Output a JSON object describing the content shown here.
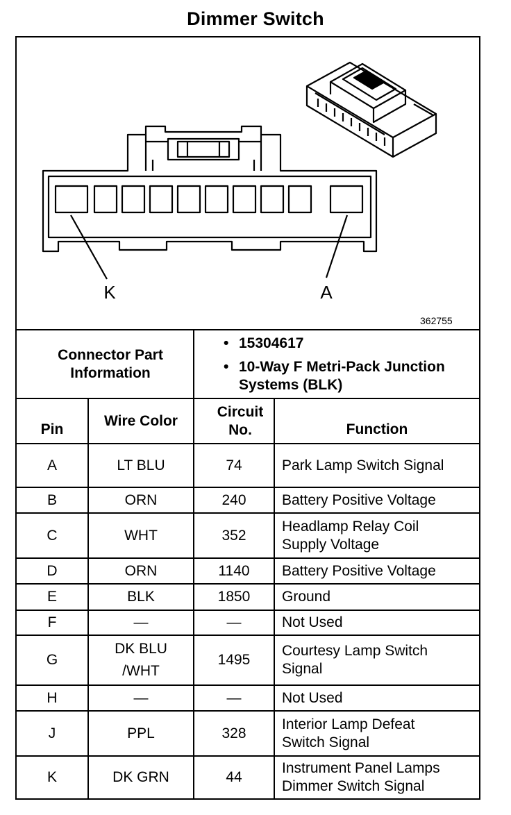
{
  "title": "Dimmer Switch",
  "figure": {
    "id": "362755",
    "pin_label_left": "K",
    "pin_label_right": "A"
  },
  "connector_info": {
    "label": "Connector Part Information",
    "items": [
      "15304617",
      "10-Way F Metri-Pack Junction Systems (BLK)"
    ]
  },
  "table": {
    "headers": {
      "pin": "Pin",
      "wire_color": "Wire Color",
      "circuit_no": "Circuit No.",
      "function": "Function"
    },
    "rows": [
      {
        "pin": "A",
        "wire": "LT BLU",
        "circuit": "74",
        "function": "Park Lamp Switch Signal"
      },
      {
        "pin": "B",
        "wire": "ORN",
        "circuit": "240",
        "function": "Battery Positive Voltage"
      },
      {
        "pin": "C",
        "wire": "WHT",
        "circuit": "352",
        "function": "Headlamp Relay Coil Supply Voltage"
      },
      {
        "pin": "D",
        "wire": "ORN",
        "circuit": "1140",
        "function": "Battery Positive Voltage"
      },
      {
        "pin": "E",
        "wire": "BLK",
        "circuit": "1850",
        "function": "Ground"
      },
      {
        "pin": "F",
        "wire": "—",
        "circuit": "—",
        "function": "Not Used"
      },
      {
        "pin": "G",
        "wire": "DK BLU /WHT",
        "circuit": "1495",
        "function": "Courtesy Lamp Switch Signal"
      },
      {
        "pin": "H",
        "wire": "—",
        "circuit": "—",
        "function": "Not Used"
      },
      {
        "pin": "J",
        "wire": "PPL",
        "circuit": "328",
        "function": "Interior Lamp Defeat Switch Signal"
      },
      {
        "pin": "K",
        "wire": "DK GRN",
        "circuit": "44",
        "function": "Instrument Panel Lamps Dimmer Switch Signal"
      }
    ]
  }
}
